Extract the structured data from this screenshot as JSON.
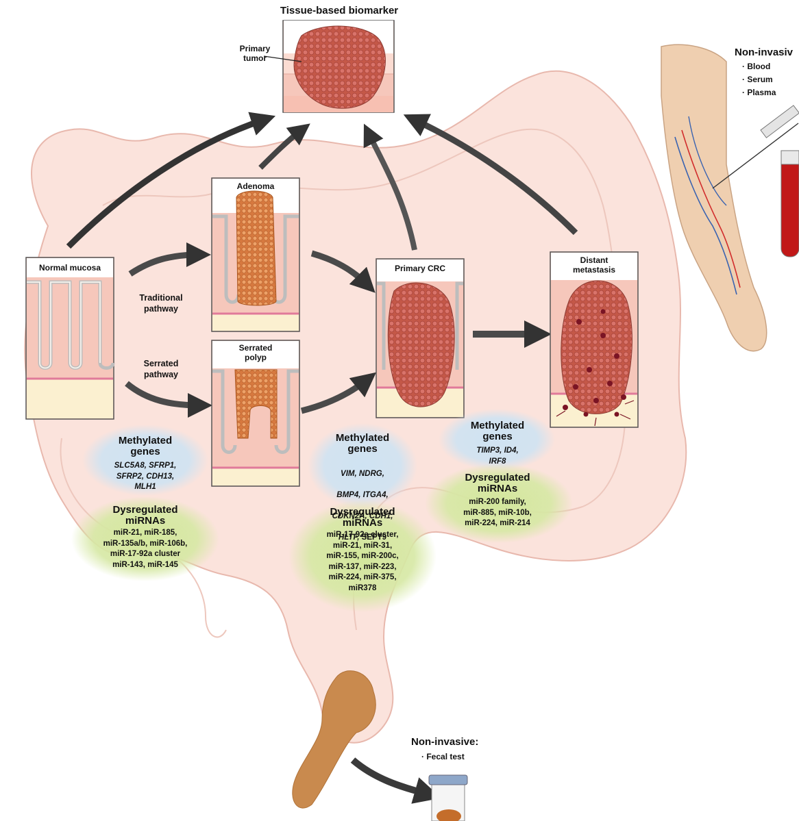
{
  "top_title": "Tissue-based biomarker",
  "primary_tumor_label": "Primary\ntumor",
  "blood_section": {
    "title": "Non-invasiv",
    "items": [
      "Blood",
      "Serum",
      "Plasma"
    ]
  },
  "fecal_section": {
    "title": "Non-invasive:",
    "items": [
      "Fecal test"
    ]
  },
  "panels": {
    "normal": "Normal mucosa",
    "adenoma": "Adenoma",
    "serrated": "Serrated\npolyp",
    "primary_crc": "Primary CRC",
    "metastasis": "Distant\nmetastasis"
  },
  "pathways": {
    "traditional": "Traditional\npathway",
    "serrated": "Serrated\npathway"
  },
  "group1": {
    "methylated_title": "Methylated\ngenes",
    "genes": "SLC5A8, SFRP1,\nSFRP2, CDH13,\nMLH1",
    "mirna_title": "Dysregulated\nmiRNAs",
    "mirnas": "miR-21, miR-185,\nmiR-135a/b, miR-106b,\nmiR-17-92a cluster\nmiR-143, miR-145"
  },
  "group2": {
    "methylated_title": "Methylated\ngenes",
    "genes_line1": "VIM, NDRG,",
    "genes_line2": "BMP4, ITGA4,",
    "genes_line3": "CDKN2A, CDH1,",
    "genes_line4_italic": "HLTF,",
    "genes_line4_plain": " SEPT9",
    "mirna_title": "Dysregulated\nmiRNAs",
    "mirnas": "miR-17-92a cluster,\nmiR-21, miR-31,\nmiR-155, miR-200c,\nmiR-137, miR-223,\nmiR-224, miR-375,\nmiR378"
  },
  "group3": {
    "methylated_title": "Methylated\ngenes",
    "genes": "TIMP3, ID4,\nIRF8",
    "mirna_title": "Dysregulated\nmiRNAs",
    "mirnas": "miR-200 family,\nmiR-885, miR-10b,\nmiR-224, miR-214"
  },
  "colors": {
    "colon_fill": "#fbe3dc",
    "colon_stroke": "#e8b8ad",
    "tissue": "#f6c7bb",
    "stroma": "#fbf0d0",
    "tumor": "#c8584a",
    "adenoma_cells": "#e08a4e",
    "methyl_cloud": "#cfe3f2",
    "mirna_cloud": "#d6e8a4",
    "arrow": "#3a3a3a",
    "rectum": "#c98a4e"
  }
}
